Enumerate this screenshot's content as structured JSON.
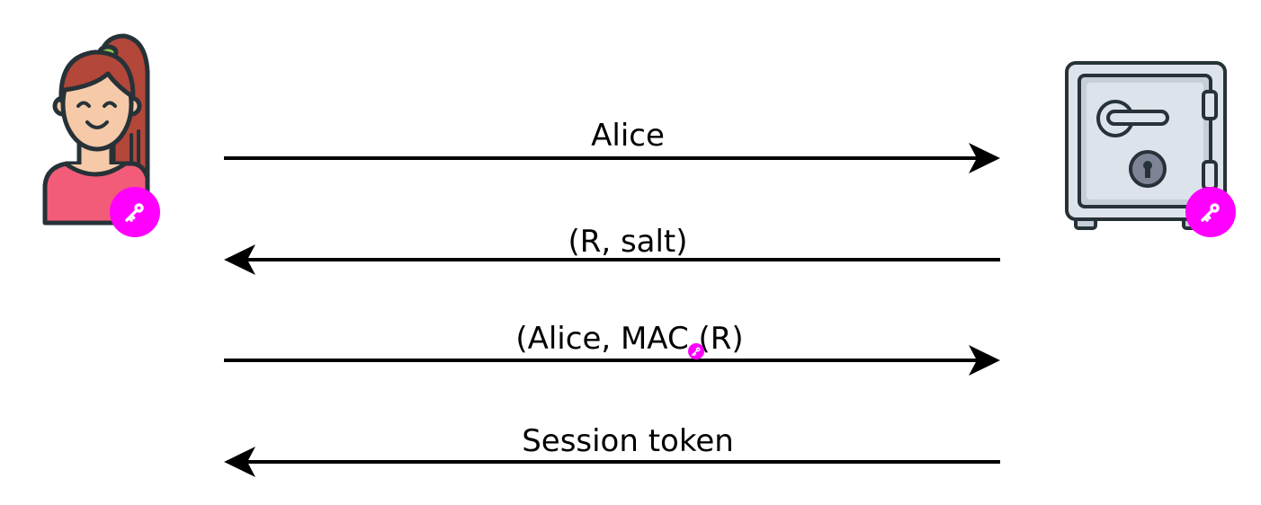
{
  "participants": {
    "client": {
      "icon": "woman-avatar-icon",
      "badge_icon": "key-icon"
    },
    "server": {
      "icon": "safe-vault-icon",
      "badge_icon": "key-icon"
    }
  },
  "messages": [
    {
      "label": "Alice",
      "direction": "right"
    },
    {
      "label": "(R, salt)",
      "direction": "left"
    },
    {
      "label": "(Alice, MAC (R)",
      "direction": "right",
      "inline_icon": "key-icon"
    },
    {
      "label": "Session token",
      "direction": "left"
    }
  ],
  "colors": {
    "badge": "#ff00ff",
    "line": "#000000",
    "outline": "#263238",
    "hair": "#b3473a",
    "skin": "#f6c9a8",
    "shirt": "#f25c78",
    "hair_tie": "#8bc34a",
    "safe_body": "#dde3ea",
    "safe_panel": "#c6ced8"
  }
}
